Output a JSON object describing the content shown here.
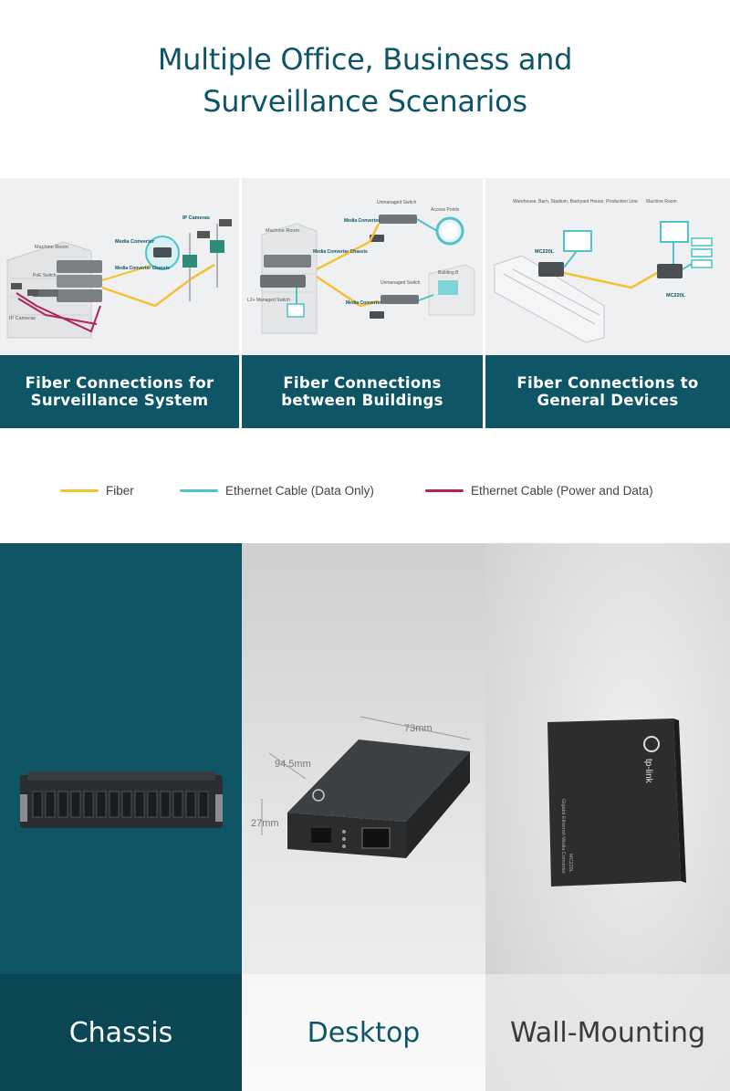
{
  "headline": {
    "line1": "Multiple Office, Business and",
    "line2": "Surveillance Scenarios"
  },
  "scenarios": [
    {
      "caption": "Fiber Connections for\nSurveillance System",
      "labels": {
        "machine_room": "Machine Room",
        "ip_cameras_top": "IP Cameras",
        "media_converter": "Media Converter",
        "media_converter_chassis": "Media Converter Chassis",
        "poe_switch": "PoE Switch",
        "ip_cameras_left": "IP Cameras"
      }
    },
    {
      "caption": "Fiber Connections\nbetween Buildings",
      "labels": {
        "machine_room": "Machine Room",
        "unmanaged_switch_top": "Unmanaged Switch",
        "access_points": "Access Points",
        "media_converter_top": "Media Converter",
        "media_converter_chassis": "Media Converter Chassis",
        "unmanaged_switch_mid": "Unmanaged Switch",
        "building_b": "Building B",
        "l2_managed_switch": "L2+ Managed Switch",
        "media_converter_bottom": "Media Converter"
      }
    },
    {
      "caption": "Fiber Connections to\nGeneral Devices",
      "labels": {
        "warehouse": "Warehouse, Barn, Stadium, Backyard House, Production Line",
        "machine_room": "Machine Room",
        "mc220l_left": "MC220L",
        "mc220l_right": "MC220L"
      }
    }
  ],
  "legend": [
    {
      "label": "Fiber",
      "color": "#f5c232"
    },
    {
      "label": "Ethernet Cable (Data Only)",
      "color": "#4fc3c9"
    },
    {
      "label": "Ethernet Cable (Power and Data)",
      "color": "#b3225c"
    }
  ],
  "mounts": [
    {
      "label": "Chassis"
    },
    {
      "label": "Desktop",
      "dimensions": {
        "length": "73mm",
        "width": "94.5mm",
        "height": "27mm"
      }
    },
    {
      "label": "Wall-Mounting",
      "device_brand": "tp-link",
      "device_model": "MC220L",
      "device_desc": "Gigabit Ethernet Media Converter"
    }
  ],
  "colors": {
    "brand_teal": "#0e5665",
    "dark_teal": "#0b4654",
    "fiber": "#f5c232",
    "ethernet_data": "#4fc3c9",
    "ethernet_power": "#b3225c"
  }
}
